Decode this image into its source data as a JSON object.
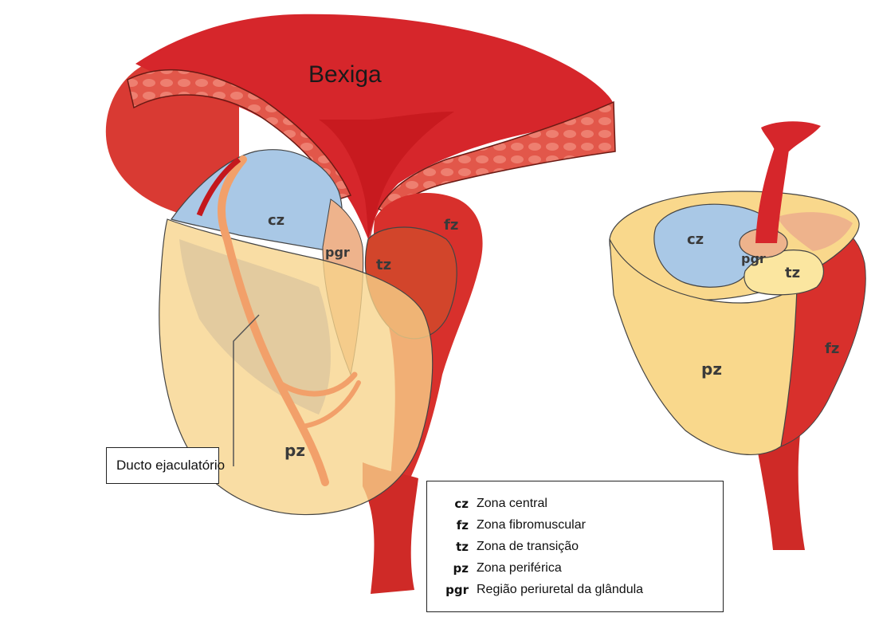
{
  "title": "Bexiga",
  "colors": {
    "bladder_red": "#d6262b",
    "dark_red": "#b81d20",
    "cz_blue": "#a9c8e6",
    "pz_yellow": "#f9d88c",
    "tz_orange": "#d2452b",
    "pgr_peach": "#eeb38c",
    "duct_orange": "#f2a06a"
  },
  "zones": {
    "left": {
      "cz": "cz",
      "pgr": "pgr",
      "tz": "tz",
      "fz": "fz",
      "pz": "pz"
    },
    "right": {
      "cz": "cz",
      "pgr": "pgr",
      "tz": "tz",
      "fz": "fz",
      "pz": "pz"
    }
  },
  "callout": {
    "label": "Ducto ejaculatório"
  },
  "legend": [
    {
      "abbr": "cz",
      "text": "Zona central"
    },
    {
      "abbr": "fz",
      "text": "Zona fibromuscular"
    },
    {
      "abbr": "tz",
      "text": "Zona de transição"
    },
    {
      "abbr": "pz",
      "text": "Zona periférica"
    },
    {
      "abbr": "pgr",
      "text": "Região periuretal da glândula"
    }
  ]
}
